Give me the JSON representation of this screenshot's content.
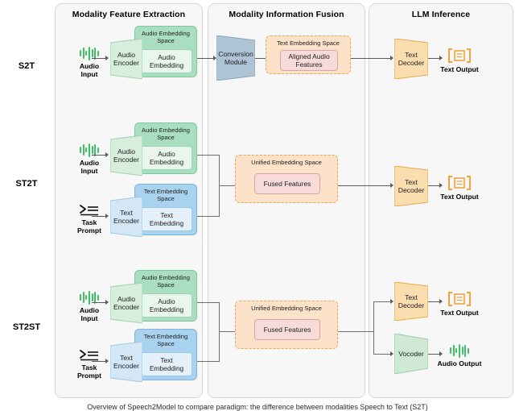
{
  "figure": {
    "caption": "Overview of Speech2Model to compare paradigm: the difference between modalities Speech to Text (S2T)"
  },
  "panels": [
    {
      "title": "Modality Feature Extraction"
    },
    {
      "title": "Modality Information Fusion"
    },
    {
      "title": "LLM Inference"
    }
  ],
  "rows": [
    {
      "label": "S2T"
    },
    {
      "label": "ST2T"
    },
    {
      "label": "ST2ST"
    }
  ],
  "labels": {
    "audio_input": "Audio\nInput",
    "audio_input_l1": "Audio",
    "audio_input_l2": "Input",
    "task_prompt_l1": "Task",
    "task_prompt_l2": "Prompt",
    "audio_encoder_l1": "Audio",
    "audio_encoder_l2": "Encoder",
    "text_encoder_l1": "Text",
    "text_encoder_l2": "Encoder",
    "text_decoder_l1": "Text",
    "text_decoder_l2": "Decoder",
    "vocoder": "Vocoder",
    "conversion_module_l1": "Conversion",
    "conversion_module_l2": "Module",
    "audio_embedding_space_l1": "Audio Embedding",
    "audio_embedding_space_l2": "Space",
    "text_embedding_space_l1": "Text Embedding",
    "text_embedding_space_l2": "Space",
    "text_embedding_space_one": "Text Embedding Space",
    "unified_embedding_space": "Unified Embedding Space",
    "audio_embedding_l1": "Audio",
    "audio_embedding_l2": "Embedding",
    "text_embedding_l1": "Text",
    "text_embedding_l2": "Embedding",
    "aligned_audio_features_l1": "Aligned Audio",
    "aligned_audio_features_l2": "Features",
    "fused_features": "Fused Features",
    "text_output": "Text Output",
    "audio_output": "Audio Output"
  },
  "icons": {
    "audio_input": "audio-waveform-icon",
    "task_prompt": "terminal-prompt-icon",
    "text_output": "text-document-icon",
    "audio_output": "audio-waveform-icon"
  },
  "colors": {
    "panel_bg": "#f7f7f7",
    "panel_border": "#d8d8d8",
    "green_space": "#a9dfc0",
    "green_chip": "#e9f6ed",
    "blue_space": "#a9d2ee",
    "blue_chip": "#e4f0fa",
    "orange_space": "#fce2c8",
    "orange_border": "#f0a64d",
    "pink_chip": "#f7dada",
    "encoder_green": "#d7eedd",
    "encoder_blue": "#d3e7f7",
    "decoder_orange": "#fbdeb0",
    "vocoder_green": "#cfe9d4",
    "conversion_blue": "#aec4d6",
    "wave_green": "#3dbf63",
    "text_output_orange": "#f2a33c",
    "connector": "#5a5a5a"
  }
}
